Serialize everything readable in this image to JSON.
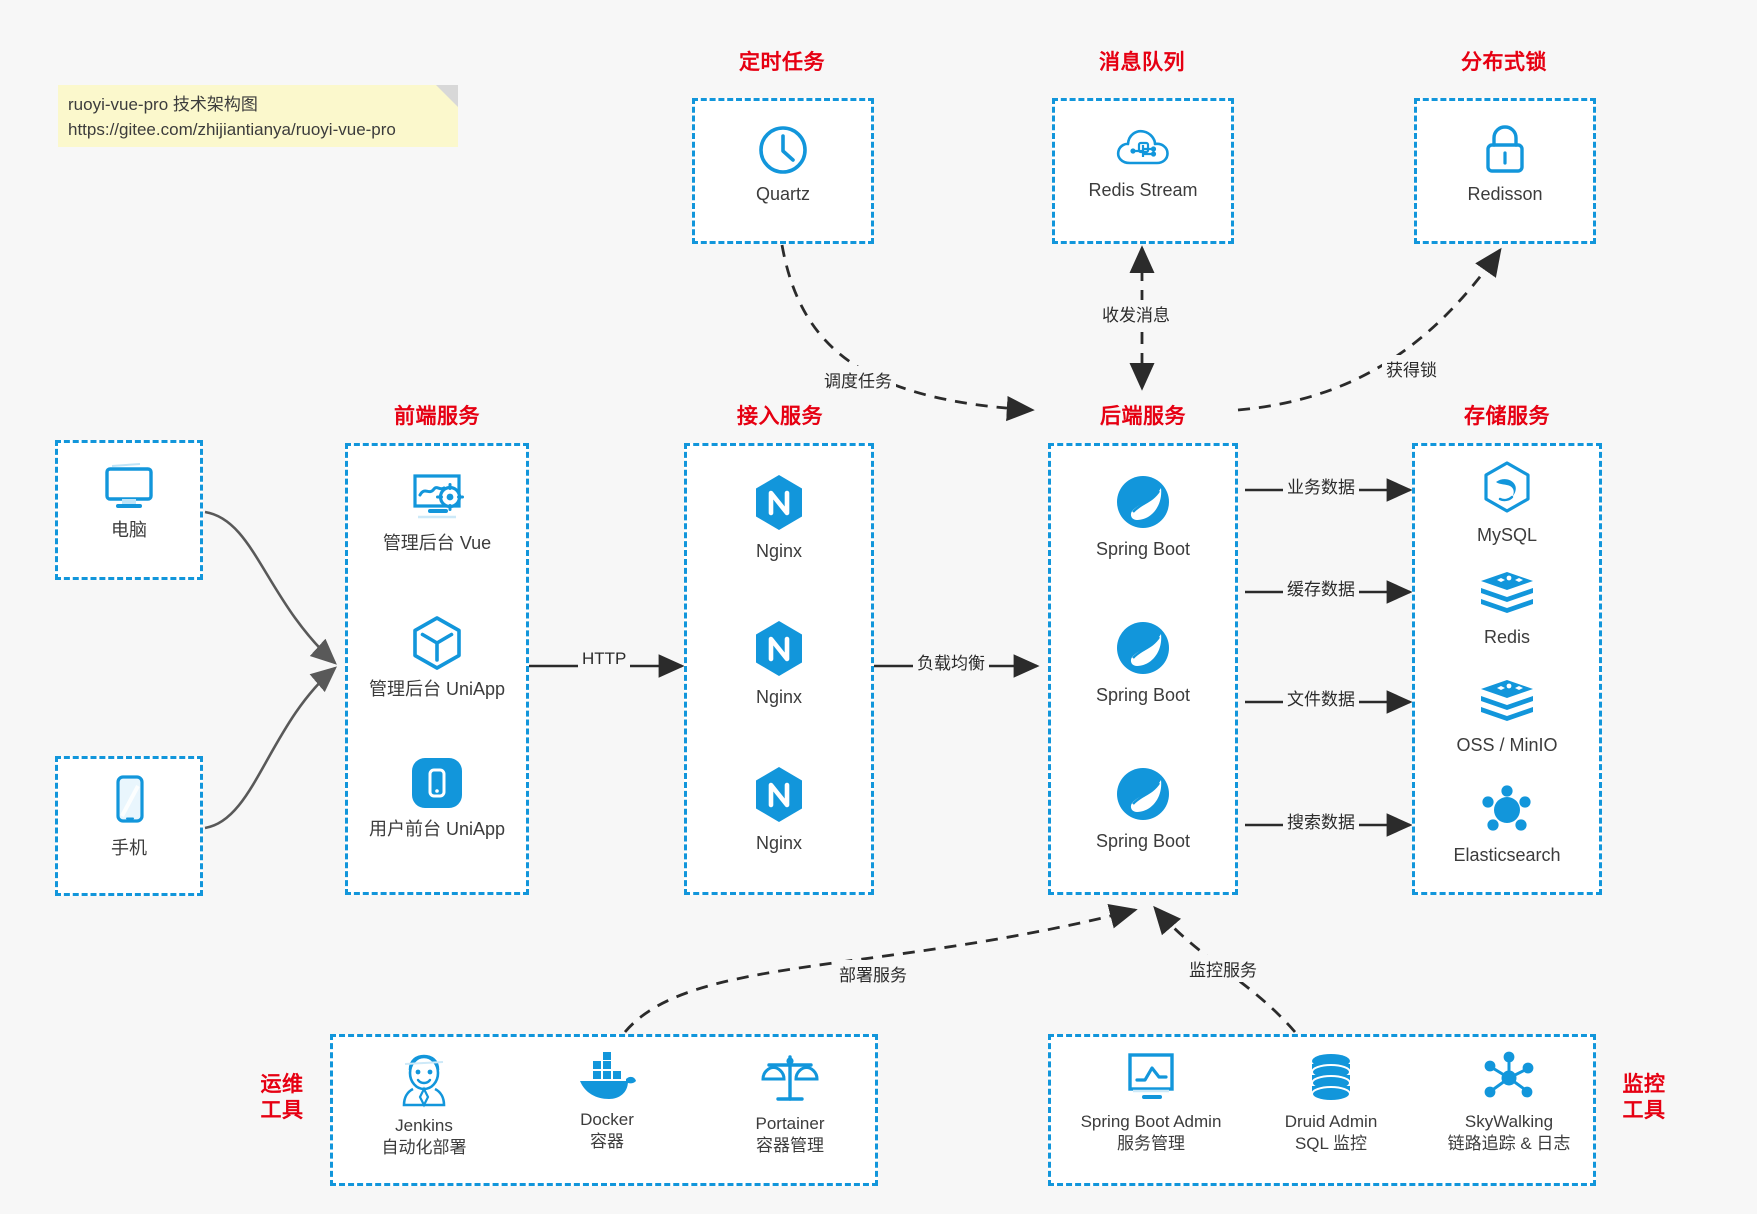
{
  "note": {
    "name": "sticky-note",
    "text": "ruoyi-vue-pro 技术架构图\nhttps://gitee.com/zhijiantianya/ruoyi-vue-pro"
  },
  "colors": {
    "accent_blue": "#1296db",
    "title_red": "#e60012",
    "text_gray": "#3c3c3c",
    "edge_gray": "#595959",
    "background": "#f7f7f7",
    "note_yellow": "#fbf8cc"
  },
  "groups": {
    "scheduler": {
      "title": "定时任务",
      "nodes": [
        {
          "label": "Quartz",
          "icon": "clock-icon"
        }
      ]
    },
    "mq": {
      "title": "消息队列",
      "nodes": [
        {
          "label": "Redis Stream",
          "icon": "cloud-network-icon"
        }
      ]
    },
    "lock": {
      "title": "分布式锁",
      "nodes": [
        {
          "label": "Redisson",
          "icon": "padlock-icon"
        }
      ]
    },
    "clients": {
      "nodes": [
        {
          "label": "电脑",
          "icon": "desktop-monitor-icon"
        },
        {
          "label": "手机",
          "icon": "smartphone-icon"
        }
      ]
    },
    "frontend": {
      "title": "前端服务",
      "nodes": [
        {
          "label": "管理后台 Vue",
          "icon": "dashboard-gear-icon"
        },
        {
          "label": "管理后台 UniApp",
          "icon": "hexagon-cube-icon"
        },
        {
          "label": "用户前台 UniApp",
          "icon": "mobile-app-icon"
        }
      ]
    },
    "gateway": {
      "title": "接入服务",
      "nodes": [
        {
          "label": "Nginx",
          "icon": "nginx-icon"
        },
        {
          "label": "Nginx",
          "icon": "nginx-icon"
        },
        {
          "label": "Nginx",
          "icon": "nginx-icon"
        }
      ]
    },
    "backend": {
      "title": "后端服务",
      "nodes": [
        {
          "label": "Spring Boot",
          "icon": "spring-boot-icon"
        },
        {
          "label": "Spring Boot",
          "icon": "spring-boot-icon"
        },
        {
          "label": "Spring Boot",
          "icon": "spring-boot-icon"
        }
      ]
    },
    "storage": {
      "title": "存储服务",
      "nodes": [
        {
          "label": "MySQL",
          "icon": "mysql-dolphin-icon"
        },
        {
          "label": "Redis",
          "icon": "redis-stack-icon"
        },
        {
          "label": "OSS / MinIO",
          "icon": "redis-stack-icon"
        },
        {
          "label": "Elasticsearch",
          "icon": "elasticsearch-icon"
        }
      ]
    },
    "ops": {
      "title": "运维\n工具",
      "nodes": [
        {
          "label": "Jenkins\n自动化部署",
          "icon": "jenkins-butler-icon"
        },
        {
          "label": "Docker\n容器",
          "icon": "docker-whale-icon"
        },
        {
          "label": "Portainer\n容器管理",
          "icon": "scales-icon"
        }
      ]
    },
    "monitor": {
      "title": "监控\n工具",
      "nodes": [
        {
          "label": "Spring Boot Admin\n服务管理",
          "icon": "monitor-chart-icon"
        },
        {
          "label": "Druid Admin\nSQL 监控",
          "icon": "database-cylinder-icon"
        },
        {
          "label": "SkyWalking\n链路追踪 & 日志",
          "icon": "skywalking-nodes-icon"
        }
      ]
    }
  },
  "edges": [
    {
      "label": "调度任务",
      "from": "quartz",
      "to": "backend"
    },
    {
      "label": "收发消息",
      "from": "redis-stream",
      "to": "backend"
    },
    {
      "label": "获得锁",
      "from": "backend",
      "to": "redisson"
    },
    {
      "label": "HTTP",
      "from": "frontend",
      "to": "gateway"
    },
    {
      "label": "负载均衡",
      "from": "gateway",
      "to": "backend"
    },
    {
      "label": "业务数据",
      "from": "backend",
      "to": "mysql"
    },
    {
      "label": "缓存数据",
      "from": "backend",
      "to": "redis"
    },
    {
      "label": "文件数据",
      "from": "backend",
      "to": "oss-minio"
    },
    {
      "label": "搜索数据",
      "from": "backend",
      "to": "elasticsearch"
    },
    {
      "label": "部署服务",
      "from": "ops",
      "to": "backend"
    },
    {
      "label": "监控服务",
      "from": "monitor",
      "to": "backend"
    }
  ]
}
